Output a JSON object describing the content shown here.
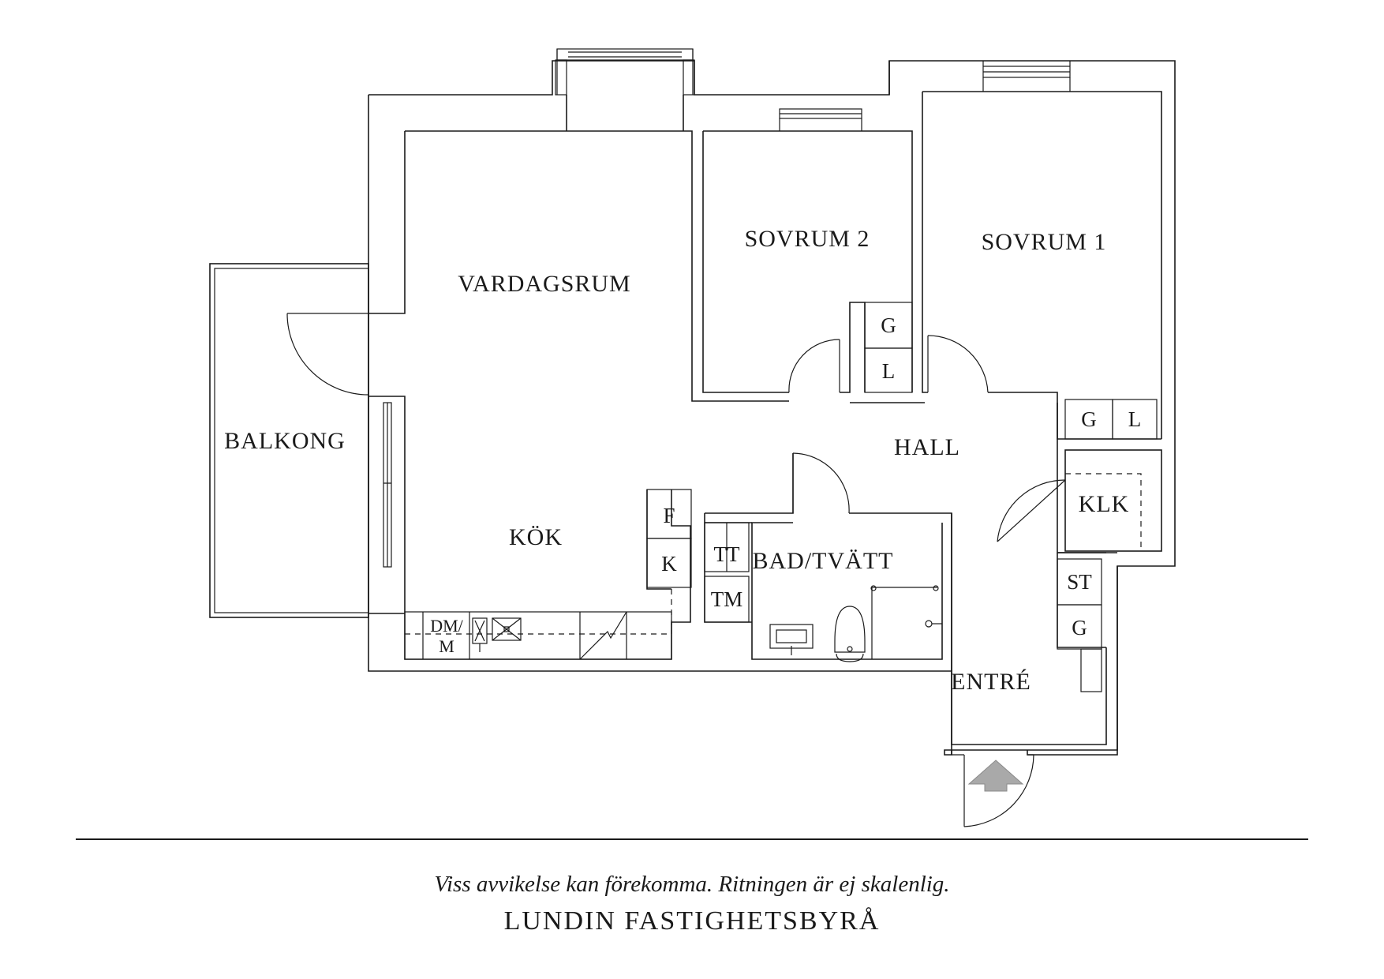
{
  "rooms": {
    "vardagsrum": "VARDAGSRUM",
    "sovrum2": "SOVRUM 2",
    "sovrum1": "SOVRUM 1",
    "balkong": "BALKONG",
    "hall": "HALL",
    "kok": "KÖK",
    "bad_tvatt": "BAD/TVÄTT",
    "klk": "KLK",
    "entre": "ENTRÉ"
  },
  "fixtures": {
    "g": "G",
    "l": "L",
    "f": "F",
    "k": "K",
    "tt": "TT",
    "tm": "TM",
    "st": "ST",
    "dm_m_line1": "DM/",
    "dm_m_line2": "M"
  },
  "footer": {
    "disclaimer": "Viss avvikelse kan förekomma. Ritningen är ej skalenlig.",
    "brand": "LUNDIN FASTIGHETSBYRÅ"
  },
  "colors": {
    "line": "#1a1a1a",
    "entrance_arrow": "#a9a9a9"
  }
}
